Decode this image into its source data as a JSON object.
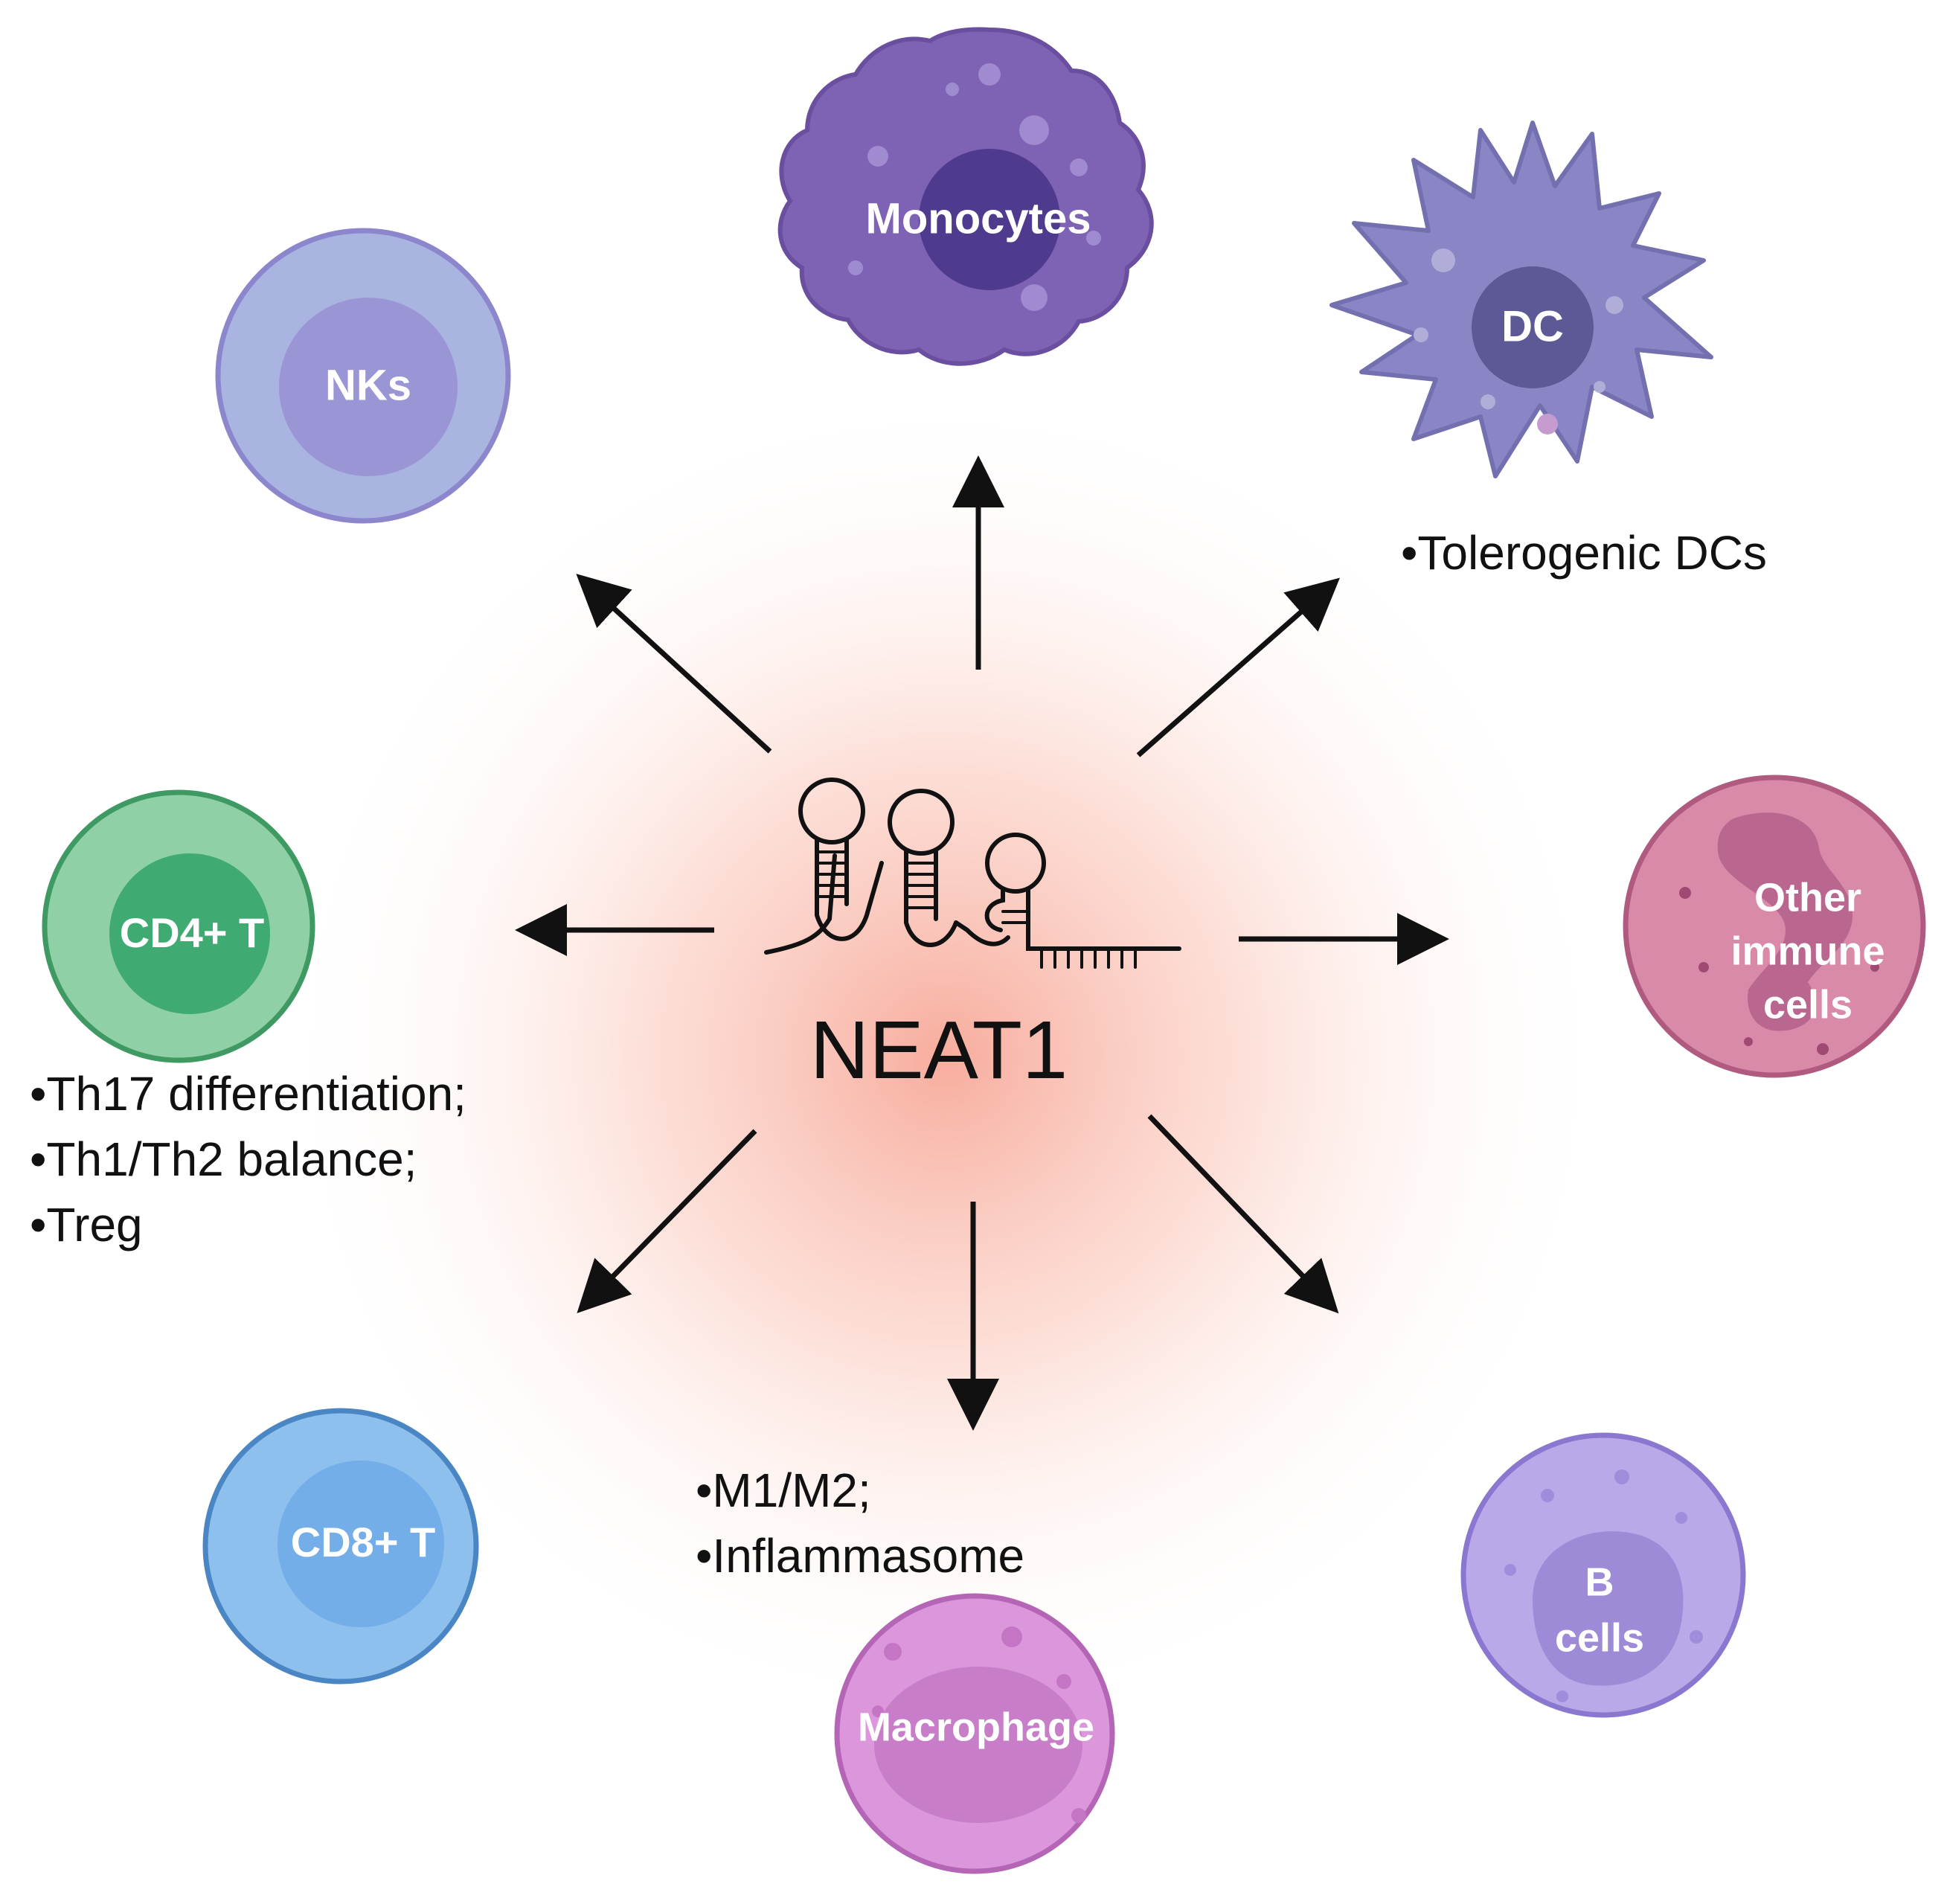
{
  "center": {
    "label": "NEAT1"
  },
  "cells": {
    "monocytes": "Monocytes",
    "dc": "DC",
    "nks": "NKs",
    "cd4": "CD4+ T",
    "other": [
      "Other",
      "immune",
      "cells"
    ],
    "cd8": "CD8+ T",
    "macrophage": "Macrophage",
    "bcells": [
      "B",
      "cells"
    ]
  },
  "notes": {
    "dc": [
      "•Tolerogenic DCs"
    ],
    "cd4": [
      "•Th17 differentiation;",
      "•Th1/Th2 balance;",
      "•Treg"
    ],
    "macrophage": [
      "•M1/M2;",
      "•Inflammasome"
    ]
  },
  "colors": {
    "glow": "#f7a898",
    "monocyte": "#7e62b4",
    "dc": "#8a86c6",
    "nk": "#a9b4e0",
    "cd4": "#8fd0a6",
    "other": "#d98aa8",
    "cd8": "#8ec0ee",
    "macrophage": "#dc97dc",
    "bcell": "#b9a9e8"
  }
}
